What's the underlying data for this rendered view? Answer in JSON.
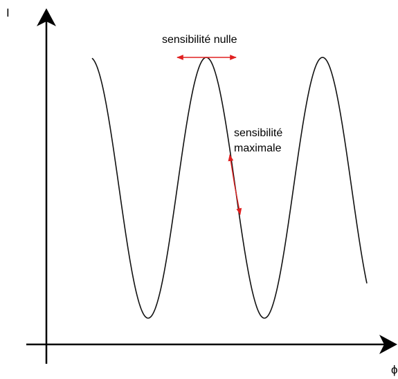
{
  "diagram": {
    "y_axis_label": "I",
    "x_axis_label": "ϕ",
    "annotations": {
      "zero_sensitivity": "sensibilité nulle",
      "max_sensitivity_line1": "sensibilité",
      "max_sensitivity_line2": "maximale"
    }
  },
  "colors": {
    "axis": "#000000",
    "curve": "#111111",
    "arrow": "#e02020"
  }
}
